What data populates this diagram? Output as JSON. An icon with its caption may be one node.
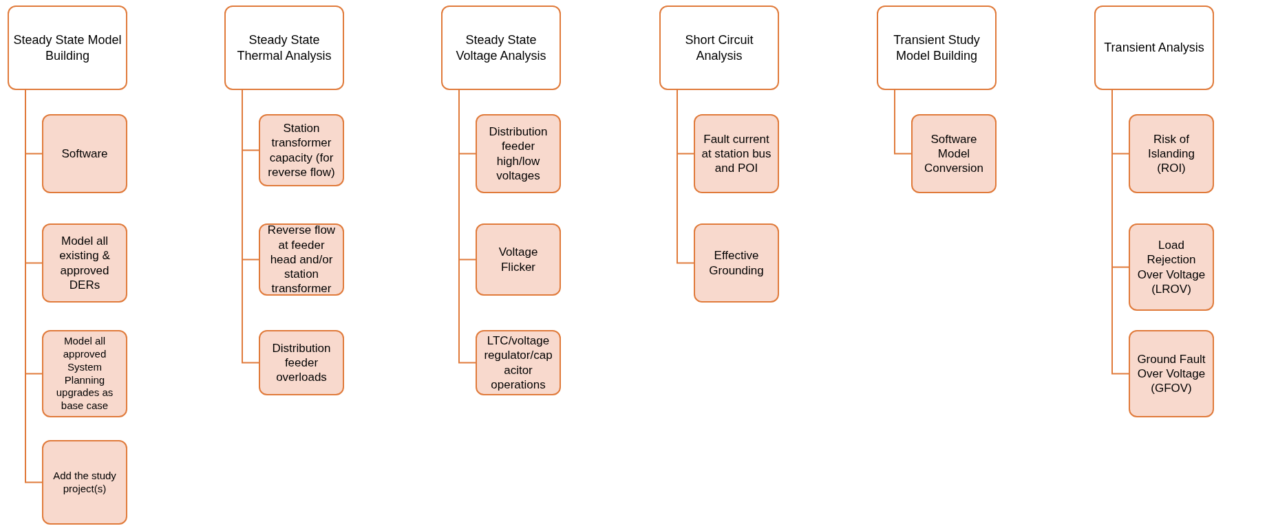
{
  "diagram": {
    "nodes": [
      {
        "text": [
          "Steady State Model Building"
        ]
      },
      {
        "text": [
          "Software"
        ]
      },
      {
        "text": [
          "Model all existing & approved DERs"
        ]
      },
      {
        "text": [
          "Model all approved System Planning upgrades as base case"
        ]
      },
      {
        "text": [
          "Add the study project(s)"
        ]
      },
      {
        "text": [
          "Steady State Thermal Analysis"
        ]
      },
      {
        "text": [
          "Station transformer capacity (for reverse flow)"
        ]
      },
      {
        "text": [
          "Reverse flow at feeder head and/or station transformer"
        ]
      },
      {
        "text": [
          "Distribution feeder overloads"
        ]
      },
      {
        "text": [
          "Steady State Voltage Analysis"
        ]
      },
      {
        "text": [
          "Distribution feeder high/low voltages"
        ]
      },
      {
        "text": [
          "Voltage Flicker"
        ]
      },
      {
        "text": [
          "LTC/voltage regulator/capacitor operations"
        ]
      },
      {
        "text": [
          "Short Circuit Analysis"
        ]
      },
      {
        "text": [
          "Fault current at station bus and POI"
        ]
      },
      {
        "text": [
          "Effective Grounding"
        ]
      },
      {
        "text": [
          "Transient Study Model Building"
        ]
      },
      {
        "text": [
          "Software Model Conversion"
        ]
      },
      {
        "text": [
          "Transient Analysis"
        ]
      },
      {
        "text": [
          "Risk of Islanding (ROI)"
        ]
      },
      {
        "text": [
          "Load Rejection Over Voltage (LROV)"
        ]
      },
      {
        "text": [
          "Ground Fault Over Voltage (GFOV)"
        ]
      }
    ],
    "edges": [
      {
        "from": 0,
        "to": 1,
        "arrow": "none"
      },
      {
        "from": 0,
        "to": 2,
        "arrow": "none"
      },
      {
        "from": 0,
        "to": 3,
        "arrow": "none"
      },
      {
        "from": 0,
        "to": 4,
        "arrow": "none"
      },
      {
        "from": 5,
        "to": 6,
        "arrow": "none"
      },
      {
        "from": 5,
        "to": 7,
        "arrow": "none"
      },
      {
        "from": 5,
        "to": 8,
        "arrow": "none"
      },
      {
        "from": 9,
        "to": 10,
        "arrow": "none"
      },
      {
        "from": 9,
        "to": 11,
        "arrow": "none"
      },
      {
        "from": 9,
        "to": 12,
        "arrow": "none"
      },
      {
        "from": 13,
        "to": 14,
        "arrow": "none"
      },
      {
        "from": 13,
        "to": 15,
        "arrow": "none"
      },
      {
        "from": 16,
        "to": 17,
        "arrow": "none"
      },
      {
        "from": 18,
        "to": 19,
        "arrow": "none"
      },
      {
        "from": 18,
        "to": 20,
        "arrow": "none"
      },
      {
        "from": 18,
        "to": 21,
        "arrow": "none"
      }
    ]
  }
}
